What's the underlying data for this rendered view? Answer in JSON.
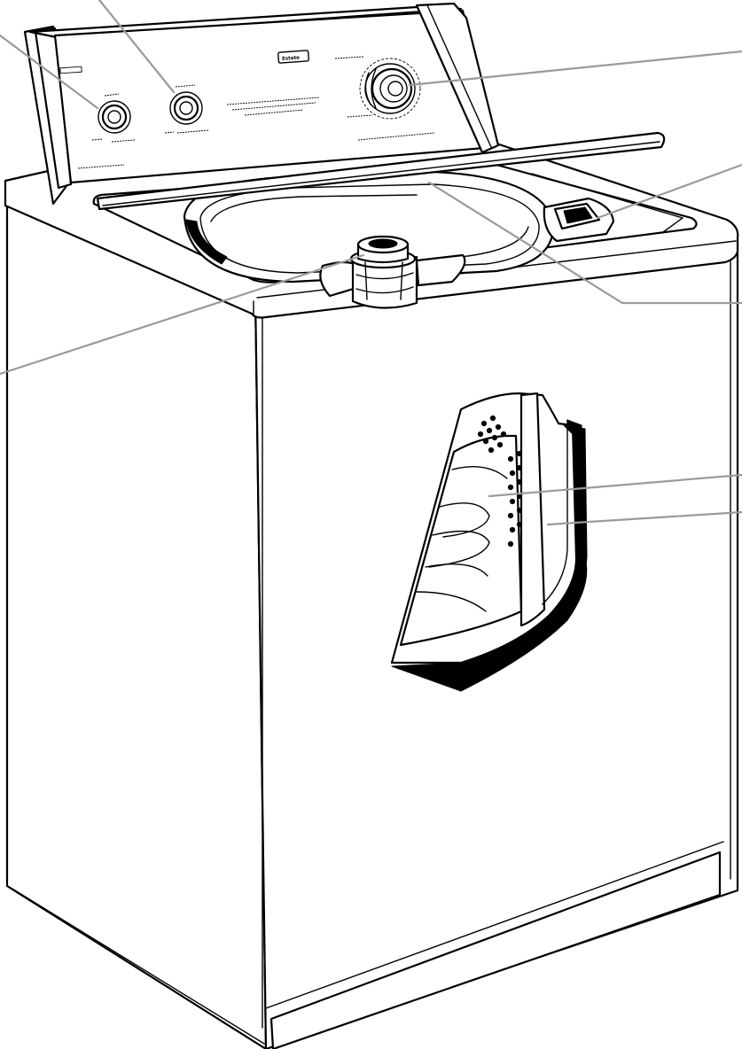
{
  "figure": {
    "subject": "top-load-washing-machine",
    "brand_badge": "Estate",
    "callout_count": 8
  },
  "colors": {
    "line": "#000000",
    "fill": "#ffffff",
    "leader": "#9a9a9a"
  }
}
